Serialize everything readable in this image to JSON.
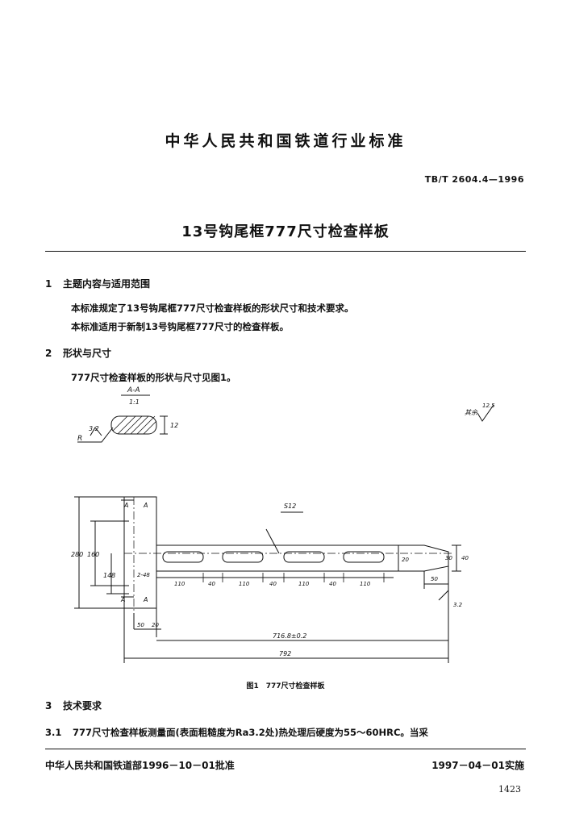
{
  "header": {
    "standard_title": "中华人民共和国铁道行业标准",
    "standard_code": "TB/T 2604.4—1996",
    "document_title": "13号钩尾框777尺寸检查样板"
  },
  "sections": {
    "s1": {
      "number": "1",
      "title": "主题内容与适用范围",
      "p1": "本标准规定了13号钩尾框777尺寸检查样板的形状尺寸和技术要求。",
      "p2": "本标准适用于新制13号钩尾框777尺寸的检查样板。"
    },
    "s2": {
      "number": "2",
      "title": "形状与尺寸",
      "p1": "777尺寸检查样板的形状与尺寸见图1。"
    },
    "s3": {
      "number": "3",
      "title": "技术要求",
      "p1_num": "3.1",
      "p1": "777尺寸检查样板测量面(表面粗糙度为Ra3.2处)热处理后硬度为55～60HRC。当采"
    }
  },
  "figure": {
    "caption": "图1　777尺寸检查样板",
    "section_label": "A-A",
    "section_scale": "1:1",
    "dims": {
      "d_3_2": "3.2",
      "d_R": "R",
      "d_12": "12",
      "d_rest": "其余",
      "d_rest_ra": "12.5",
      "d_280": "280",
      "d_160": "160",
      "d_148": "148",
      "d_2_48": "2-48",
      "d_A_top1": "A",
      "d_A_top2": "A",
      "d_A_bot1": "A",
      "d_A_bot2": "A",
      "d_S12": "S12",
      "d_110_1": "110",
      "d_40_1": "40",
      "d_110_2": "110",
      "d_40_2": "40",
      "d_110_3": "110",
      "d_40_3": "40",
      "d_110_4": "110",
      "d_20": "20",
      "d_30": "30",
      "d_40_r": "40",
      "d_50_r": "50",
      "d_3_2_r": "3.2",
      "d_50_l": "50",
      "d_20_l": "20",
      "d_716": "716.8±0.2",
      "d_792": "792"
    }
  },
  "footer": {
    "left": "中华人民共和国铁道部1996－10－01批准",
    "right": "1997－04－01实施",
    "page_number": "1423"
  }
}
